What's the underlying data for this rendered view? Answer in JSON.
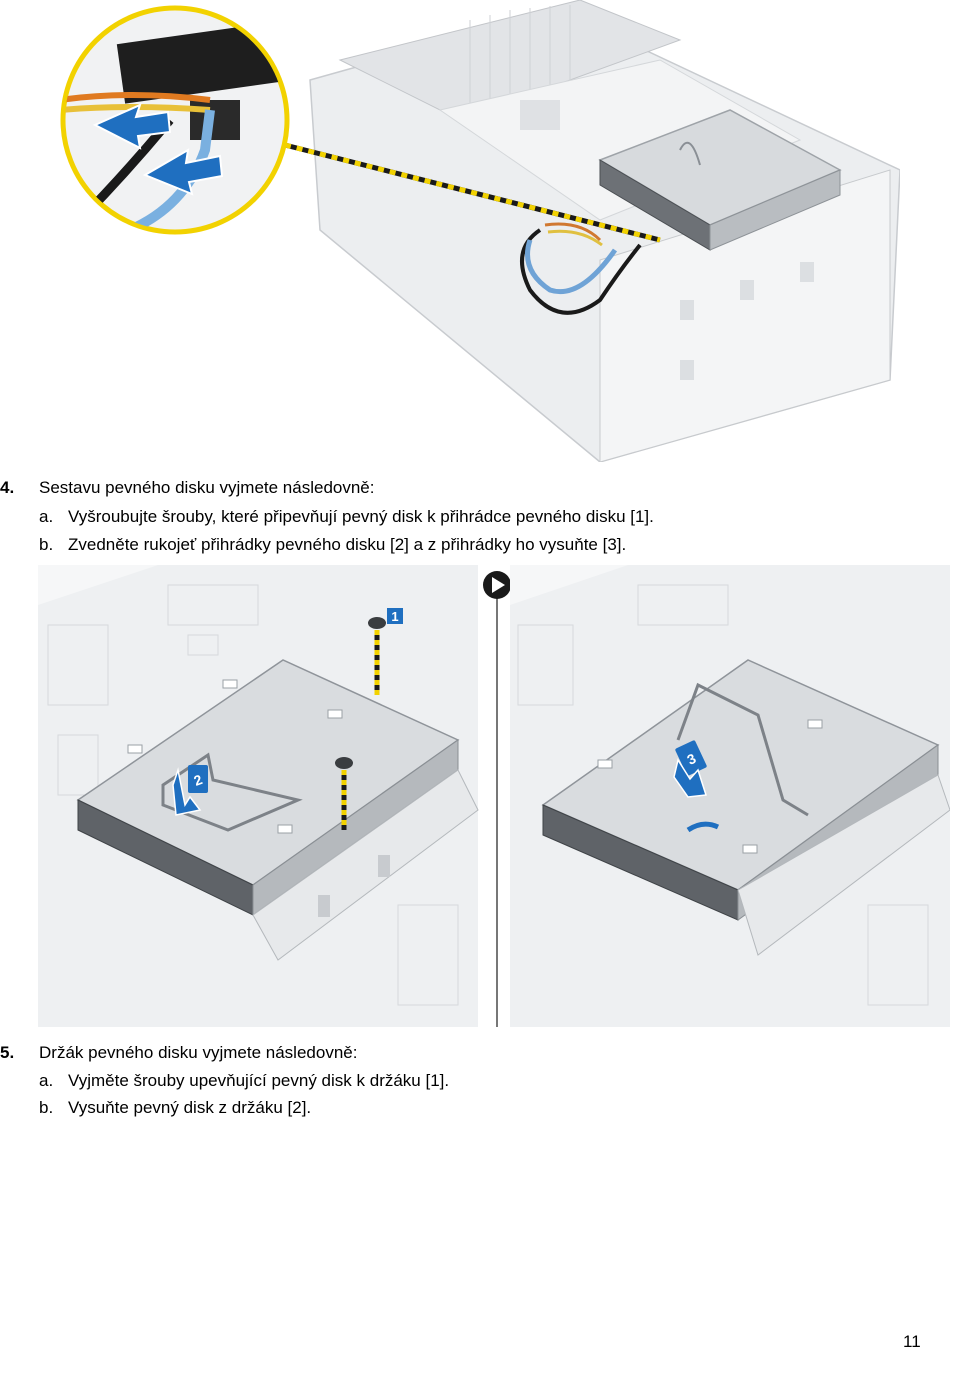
{
  "steps": [
    {
      "number": "4.",
      "text": "Sestavu pevného disku vyjmete následovně:",
      "substeps": [
        {
          "letter": "a.",
          "text": "Vyšroubujte šrouby, které připevňují pevný disk k přihrádce pevného disku [1]."
        },
        {
          "letter": "b.",
          "text": "Zvedněte rukojeť přihrádky pevného disku [2] a z přihrádky ho vysuňte [3]."
        }
      ]
    },
    {
      "number": "5.",
      "text": "Držák pevného disku vyjmete následovně:",
      "substeps": [
        {
          "letter": "a.",
          "text": "Vyjměte šrouby upevňující pevný disk k držáku [1]."
        },
        {
          "letter": "b.",
          "text": "Vysuňte pevný disk z držáku [2]."
        }
      ]
    }
  ],
  "figure2": {
    "callout_1": "1",
    "callout_2": "2",
    "callout_3": "3"
  },
  "page_number": "11",
  "colors": {
    "callout_blue": "#1f6fc0",
    "leader_yellow": "#f2d200",
    "chassis_gray": "#c9ccd0",
    "metal_light": "#e4e6e8"
  }
}
